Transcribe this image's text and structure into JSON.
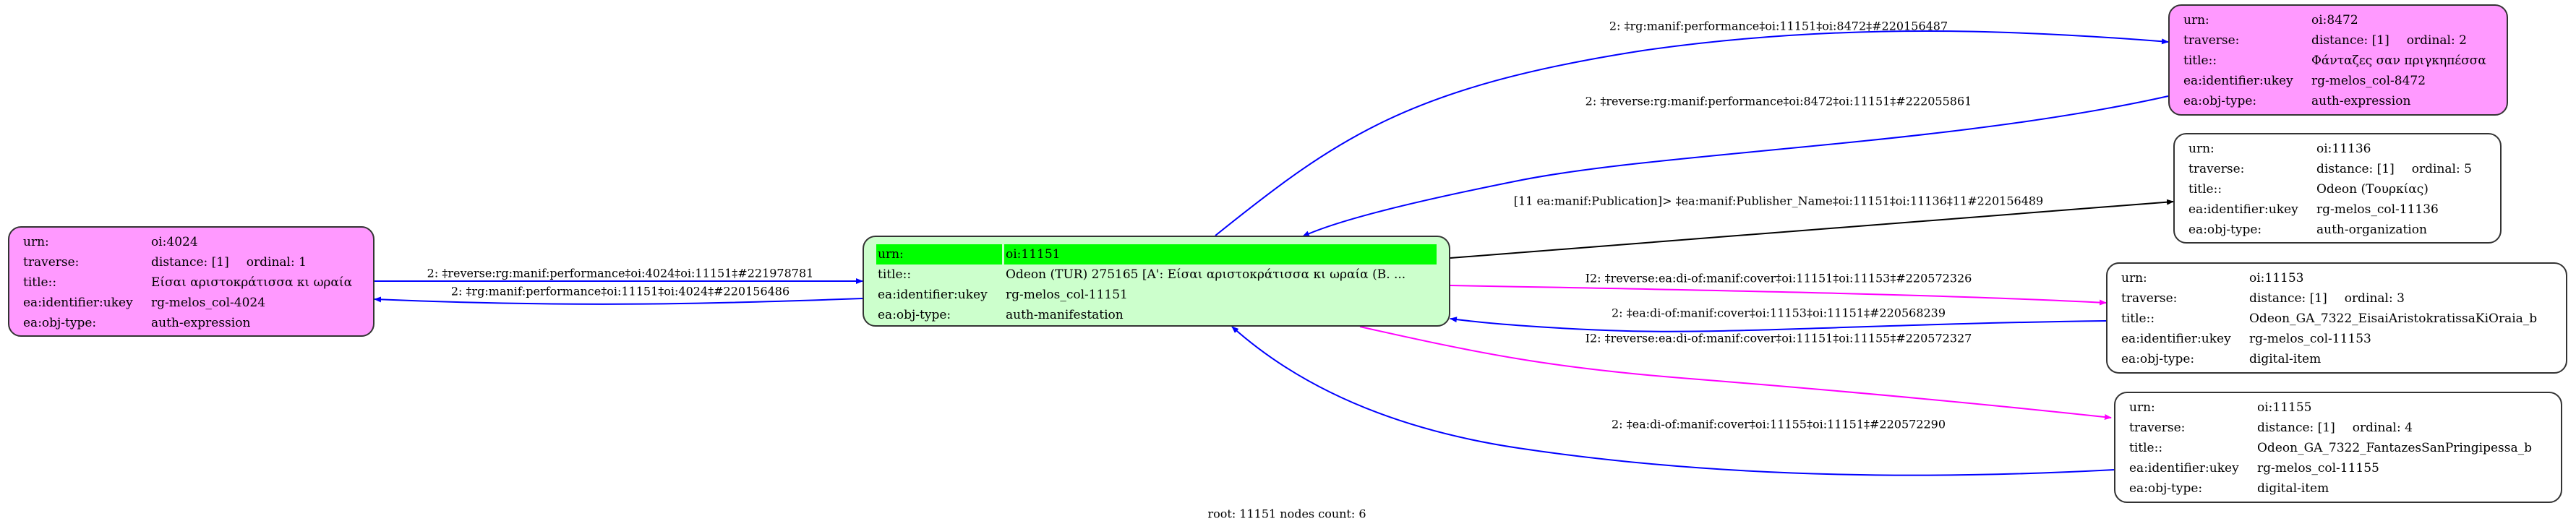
{
  "colors": {
    "expression_fill": "#ff99ff",
    "root_fill": "#ccffcc",
    "root_header": "#00ff00",
    "edge_blue": "#0000ff",
    "edge_magenta": "#ff00ff",
    "edge_black": "#000000"
  },
  "labels": {
    "urn": "urn:",
    "traverse": "traverse:",
    "title": "title::",
    "ukey": "ea:identifier:ukey",
    "objtype": "ea:obj-type:"
  },
  "nodes": {
    "n4024": {
      "urn": "oi:4024",
      "distance": "distance: [1]",
      "ordinal": "ordinal: 1",
      "title": "Είσαι αριστοκράτισσα κι ωραία",
      "ukey": "rg-melos_col-4024",
      "objtype": "auth-expression"
    },
    "n11151": {
      "urn": "oi:11151",
      "title": "Odeon (TUR) 275165 [A': Είσαι αριστοκράτισσα κι ωραία (B. ...",
      "ukey": "rg-melos_col-11151",
      "objtype": "auth-manifestation"
    },
    "n8472": {
      "urn": "oi:8472",
      "distance": "distance: [1]",
      "ordinal": "ordinal: 2",
      "title": "Φάνταζες σαν πριγκηπέσσα",
      "ukey": "rg-melos_col-8472",
      "objtype": "auth-expression"
    },
    "n11136": {
      "urn": "oi:11136",
      "distance": "distance: [1]",
      "ordinal": "ordinal: 5",
      "title": "Odeon (Τουρκίας)",
      "ukey": "rg-melos_col-11136",
      "objtype": "auth-organization"
    },
    "n11153": {
      "urn": "oi:11153",
      "distance": "distance: [1]",
      "ordinal": "ordinal: 3",
      "title": "Odeon_GA_7322_EisaiAristokratissaKiOraia_b",
      "ukey": "rg-melos_col-11153",
      "objtype": "digital-item"
    },
    "n11155": {
      "urn": "oi:11155",
      "distance": "distance: [1]",
      "ordinal": "ordinal: 4",
      "title": "Odeon_GA_7322_FantazesSanPringipessa_b",
      "ukey": "rg-melos_col-11155",
      "objtype": "digital-item"
    }
  },
  "edges": {
    "e1": "2: ‡rg:manif:performance‡oi:11151‡oi:8472‡#220156487",
    "e2": "2: ‡reverse:rg:manif:performance‡oi:8472‡oi:11151‡#222055861",
    "e3": "[11 ea:manif:Publication]> ‡ea:manif:Publisher_Name‡oi:11151‡oi:11136‡11#220156489",
    "e4": "I2: ‡reverse:ea:di-of:manif:cover‡oi:11151‡oi:11153‡#220572326",
    "e5": "2: ‡ea:di-of:manif:cover‡oi:11153‡oi:11151‡#220568239",
    "e6": "I2: ‡reverse:ea:di-of:manif:cover‡oi:11151‡oi:11155‡#220572327",
    "e7": "2: ‡ea:di-of:manif:cover‡oi:11155‡oi:11151‡#220572290",
    "e8": "2: ‡reverse:rg:manif:performance‡oi:4024‡oi:11151‡#221978781",
    "e9": "2: ‡rg:manif:performance‡oi:11151‡oi:4024‡#220156486"
  },
  "footer": "root: 11151 nodes count: 6"
}
